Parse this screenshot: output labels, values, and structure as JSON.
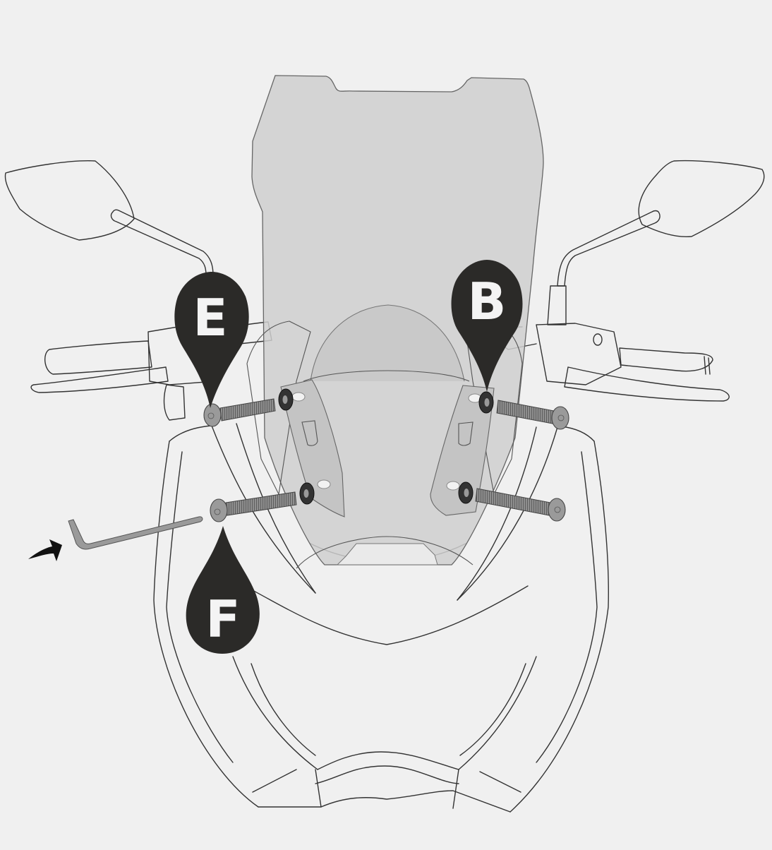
{
  "figure": {
    "type": "assembly-instruction-diagram",
    "subject": "motorcycle windscreen mounting (front view)",
    "background": "#f0f0f0",
    "colors": {
      "line": "#333333",
      "windscreen_fill": "#cfcfcf",
      "callout_fill": "#2b2a28",
      "callout_text": "#f4f4f4",
      "bolt": "#8a8a8a",
      "washer": "#2f2f2f",
      "hex_key": "#9a9a9a"
    }
  },
  "callouts": [
    {
      "id": "E",
      "label": "E",
      "shape": "map-pin",
      "points_to": "upper-left bolt"
    },
    {
      "id": "B",
      "label": "B",
      "shape": "map-pin",
      "points_to": "upper-right washer"
    },
    {
      "id": "F",
      "label": "F",
      "shape": "drop",
      "points_to": "lower-left bolt"
    }
  ],
  "parts": {
    "bolts": 4,
    "washers": 4,
    "hex_key": 1,
    "arrow": "rotation arrow indicating tightening with hex key"
  }
}
